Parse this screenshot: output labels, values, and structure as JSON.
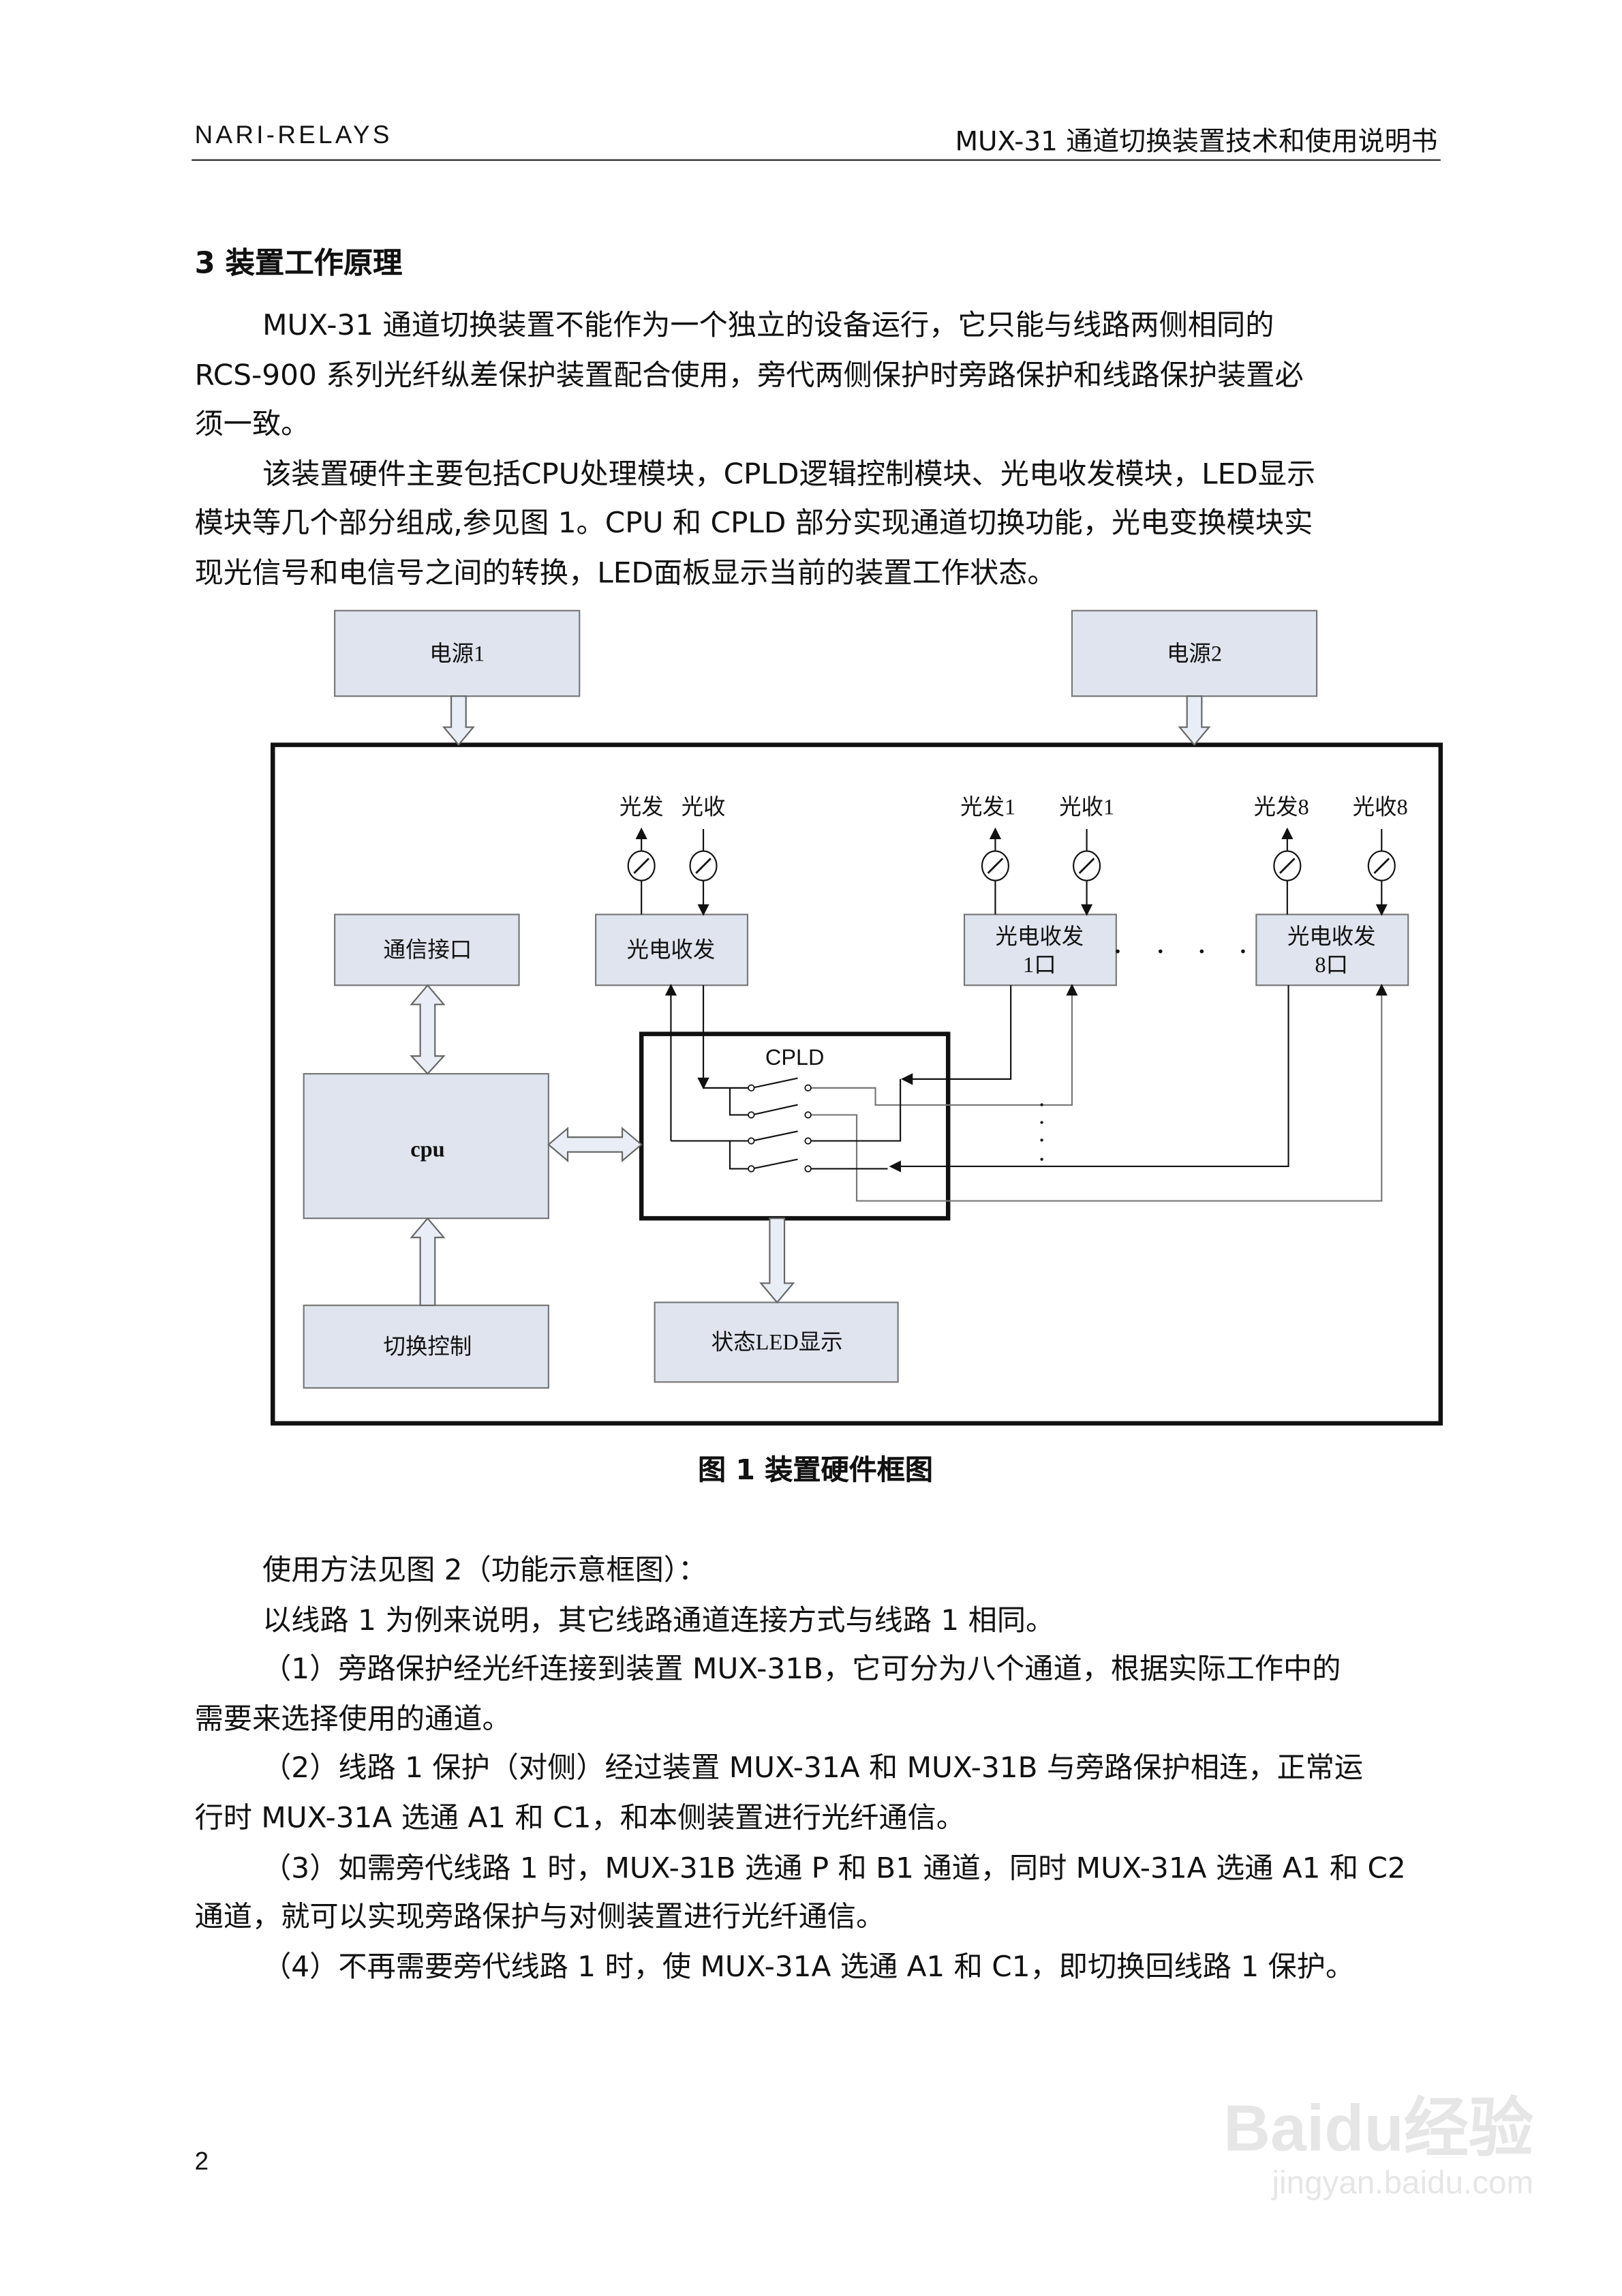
{
  "header": {
    "left": "NARI-RELAYS",
    "right": "MUX-31 通道切换装置技术和使用说明书"
  },
  "section": {
    "title": "3  装置工作原理"
  },
  "paragraphs_top": [
    {
      "indent": true,
      "text": "MUX-31 通道切换装置不能作为一个独立的设备运行，它只能与线路两侧相同的"
    },
    {
      "indent": false,
      "text": "RCS-900 系列光纤纵差保护装置配合使用，旁代两侧保护时旁路保护和线路保护装置必"
    },
    {
      "indent": false,
      "text": "须一致。"
    },
    {
      "indent": true,
      "text": "该装置硬件主要包括CPU处理模块，CPLD逻辑控制模块、光电收发模块，LED显示"
    },
    {
      "indent": false,
      "text": "模块等几个部分组成,参见图 1。CPU 和 CPLD 部分实现通道切换功能，光电变换模块实"
    },
    {
      "indent": false,
      "text": "现光信号和电信号之间的转换，LED面板显示当前的装置工作状态。"
    }
  ],
  "diagram": {
    "power1": "电源1",
    "power2": "电源2",
    "tx": "光发",
    "rx": "光收",
    "tx1": "光发1",
    "rx1": "光收1",
    "tx8": "光发8",
    "rx8": "光收8",
    "comm": "通信接口",
    "trx": "光电收发",
    "trx1_a": "光电收发",
    "trx1_b": "1口",
    "trx8_a": "光电收发",
    "trx8_b": "8口",
    "cpu": "cpu",
    "cpld": "CPLD",
    "switch_ctrl": "切换控制",
    "led": "状态LED显示",
    "box_fill": "#dfe4ee",
    "arrow_fill": "#e9edf5"
  },
  "caption": "图 1    装置硬件框图",
  "paragraphs_bottom": [
    {
      "indent": true,
      "text": "使用方法见图 2（功能示意框图）："
    },
    {
      "indent": true,
      "text": "以线路 1 为例来说明，其它线路通道连接方式与线路 1 相同。"
    },
    {
      "indent": true,
      "text": "（1）旁路保护经光纤连接到装置 MUX-31B，它可分为八个通道，根据实际工作中的"
    },
    {
      "indent": false,
      "text": "需要来选择使用的通道。"
    },
    {
      "indent": true,
      "text": "（2）线路 1 保护（对侧）经过装置 MUX-31A 和 MUX-31B 与旁路保护相连，正常运"
    },
    {
      "indent": false,
      "text": "行时 MUX-31A 选通 A1 和 C1，和本侧装置进行光纤通信。"
    },
    {
      "indent": true,
      "text": "（3）如需旁代线路 1 时，MUX-31B 选通 P 和 B1 通道，同时 MUX-31A 选通 A1 和 C2"
    },
    {
      "indent": false,
      "text": "通道，就可以实现旁路保护与对侧装置进行光纤通信。"
    },
    {
      "indent": true,
      "text": "（4）不再需要旁代线路 1 时，使 MUX-31A 选通 A1 和 C1，即切换回线路 1 保护。"
    }
  ],
  "page_number": "2",
  "watermark": {
    "logo": "Baidu经验",
    "url": "jingyan.baidu.com"
  }
}
